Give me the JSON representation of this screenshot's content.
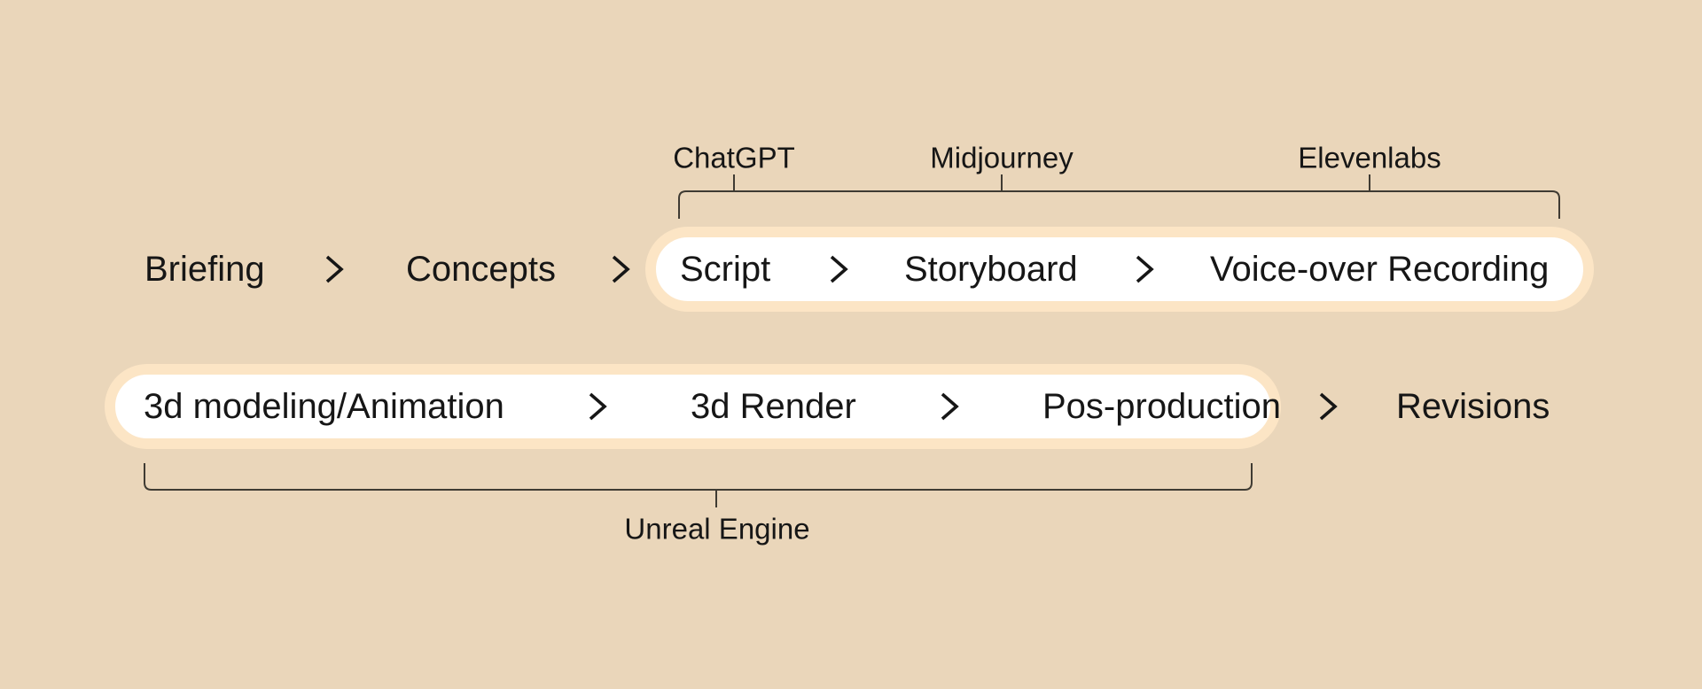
{
  "colors": {
    "background": "#ead6ba",
    "pill_fill": "#ffffff",
    "pill_ring": "#fce5c5",
    "text": "#161616",
    "bracket_line": "#3f3b33"
  },
  "tools_top": {
    "items": [
      {
        "label": "ChatGPT"
      },
      {
        "label": "Midjourney"
      },
      {
        "label": "Elevenlabs"
      }
    ]
  },
  "tool_bottom": {
    "label": "Unreal Engine"
  },
  "row1": {
    "steps": [
      {
        "label": "Briefing"
      },
      {
        "label": "Concepts"
      },
      {
        "label": "Script"
      },
      {
        "label": "Storyboard"
      },
      {
        "label": "Voice-over Recording"
      }
    ]
  },
  "row2": {
    "steps": [
      {
        "label": "3d modeling/Animation"
      },
      {
        "label": "3d Render"
      },
      {
        "label": "Pos-production"
      },
      {
        "label": "Revisions"
      }
    ]
  }
}
